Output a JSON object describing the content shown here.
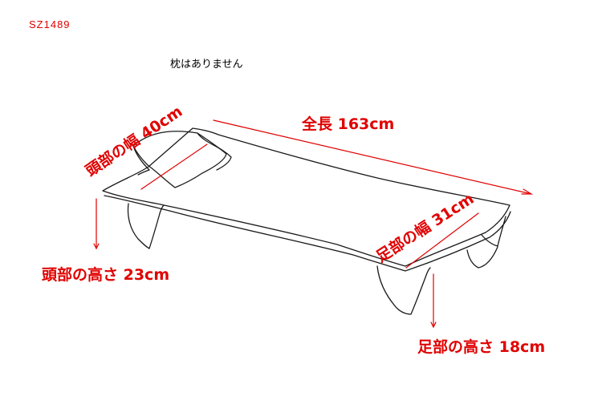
{
  "product_code": "SZ1489",
  "note": "枕はありません",
  "dimensions": {
    "total_length": "全長 163cm",
    "head_width": "頭部の幅  40cm",
    "foot_width": "足部の幅 31cm",
    "head_height": "頭部の高さ 23cm",
    "foot_height": "足部の高さ 18cm"
  },
  "colors": {
    "annotation": "#e00000",
    "sketch": "#1a1a1a",
    "background": "#ffffff"
  }
}
